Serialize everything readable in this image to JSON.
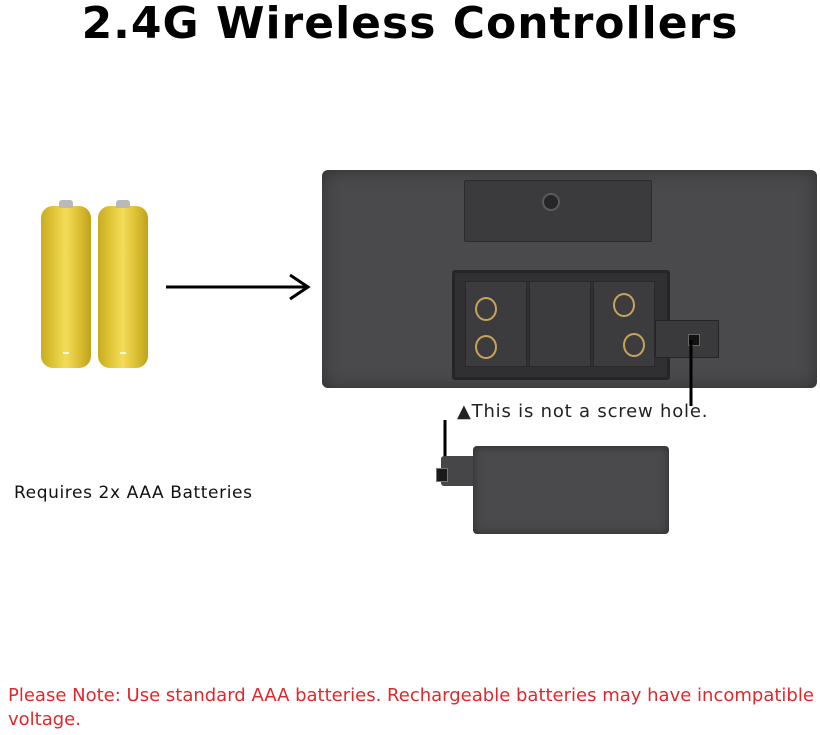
{
  "title": "2.4G Wireless Controllers",
  "batteries_label": "Requires 2x AAA Batteries",
  "note_label": "This is not a screw hole.",
  "note_arrow": "▲",
  "warning": "Please Note: Use standard AAA batteries. Rechargeable batteries may have incompatible voltage.",
  "colors": {
    "title": "#000000",
    "warning": "#e0282c",
    "battery": "#e9cf44",
    "device": "#4a4a4c"
  }
}
